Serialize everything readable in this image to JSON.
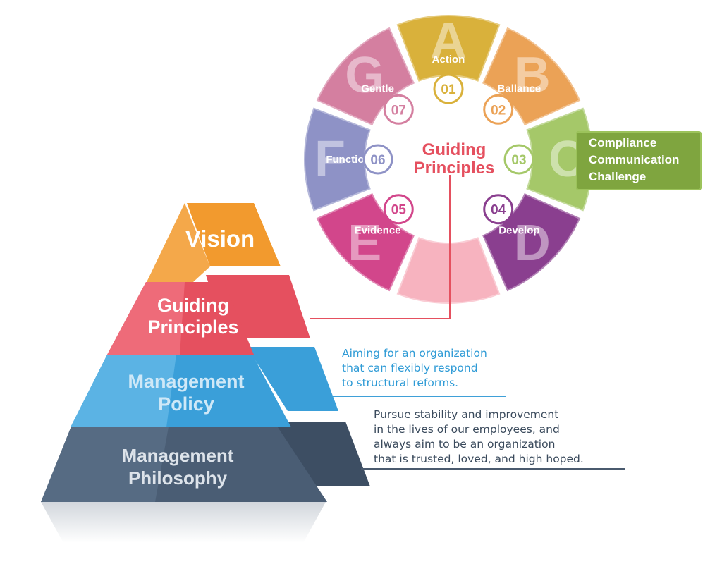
{
  "pyramid": {
    "levels": [
      {
        "lines": [
          "Vision"
        ],
        "color": "#f29a2e"
      },
      {
        "lines": [
          "Guiding",
          "Principles"
        ],
        "color": "#e5505f"
      },
      {
        "lines": [
          "Management",
          "Policy"
        ],
        "color": "#3a9fd9"
      },
      {
        "lines": [
          "Management",
          "Philosophy"
        ],
        "color": "#4a5d74"
      }
    ]
  },
  "descriptions": {
    "policy": [
      "Aiming for an organization",
      "that can flexibly respond",
      "to structural reforms."
    ],
    "philosophy": [
      "Pursue stability and improvement",
      "in the lives of our employees, and",
      "always aim to be an organization",
      "that is trusted, loved, and high hoped."
    ]
  },
  "wheel": {
    "center_lines": [
      "Guiding",
      "Principles"
    ],
    "segments": [
      {
        "letter": "A",
        "label": "Action",
        "number": "01",
        "color": "#d9b13b"
      },
      {
        "letter": "B",
        "label": "Ballance",
        "number": "02",
        "color": "#eba256"
      },
      {
        "letter": "C",
        "label": "",
        "number": "03",
        "color": "#a5c869"
      },
      {
        "letter": "D",
        "label": "Develop",
        "number": "04",
        "color": "#8a3f8f"
      },
      {
        "letter": "",
        "label": "",
        "number": "",
        "color": "#f7b3bf"
      },
      {
        "letter": "E",
        "label": "Evidence",
        "number": "05",
        "color": "#d2468b"
      },
      {
        "letter": "F",
        "label": "Function",
        "number": "06",
        "color": "#8e92c6"
      },
      {
        "letter": "G",
        "label": "Gentle",
        "number": "07",
        "color": "#d47fa0"
      }
    ],
    "c_callout": [
      "Compliance",
      "Communication",
      "Challenge"
    ]
  }
}
